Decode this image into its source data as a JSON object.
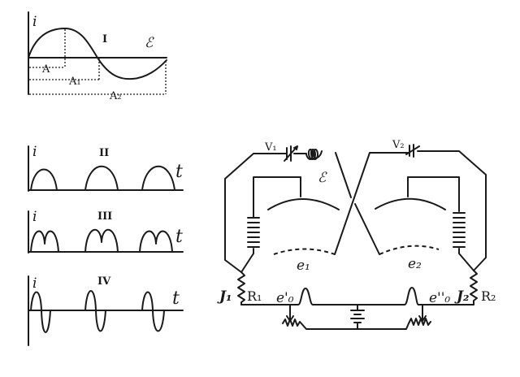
{
  "graph_I": {
    "y_label": "i",
    "roman": "I",
    "emf_label": "ℰ",
    "interval_a": "A",
    "interval_a1": "A₁",
    "interval_a2": "A₂"
  },
  "graph_II": {
    "y_label": "i",
    "roman": "II",
    "x_label": "t"
  },
  "graph_III": {
    "y_label": "i",
    "roman": "III",
    "x_label": "t"
  },
  "graph_IV": {
    "y_label": "i",
    "roman": "IV",
    "x_label": "t"
  },
  "circuit": {
    "v1": "V₁",
    "v2": "V₂",
    "emf": "ℰ",
    "e1": "e₁",
    "e2": "e₂",
    "j1": "J₁",
    "j2": "J₂",
    "r1": "R₁",
    "r2": "R₂",
    "e0_prime": "e'₀",
    "e0_double_prime": "e''₀"
  }
}
